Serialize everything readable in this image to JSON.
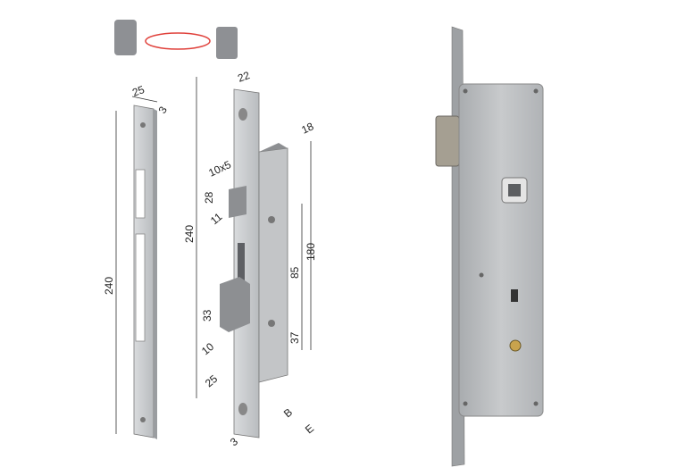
{
  "strike_plate": {
    "width": "25",
    "thickness": "3",
    "height": "240"
  },
  "lock": {
    "faceplate_width": "22",
    "faceplate_height": "240",
    "body_depth": "18",
    "latch_slot": "10x5",
    "latch_height": "28",
    "latch_offset": "11",
    "body_height": "180",
    "center_distance": "85",
    "bolt_height": "33",
    "bolt_offset": "10",
    "bolt_width": "25",
    "lower_offset": "37",
    "backset_label": "B",
    "thickness": "3",
    "extension_label": "E"
  },
  "colors": {
    "metal": "#c9cbcd",
    "dark_metal": "#8d8f92",
    "photo_metal": "#b9bcbf"
  }
}
